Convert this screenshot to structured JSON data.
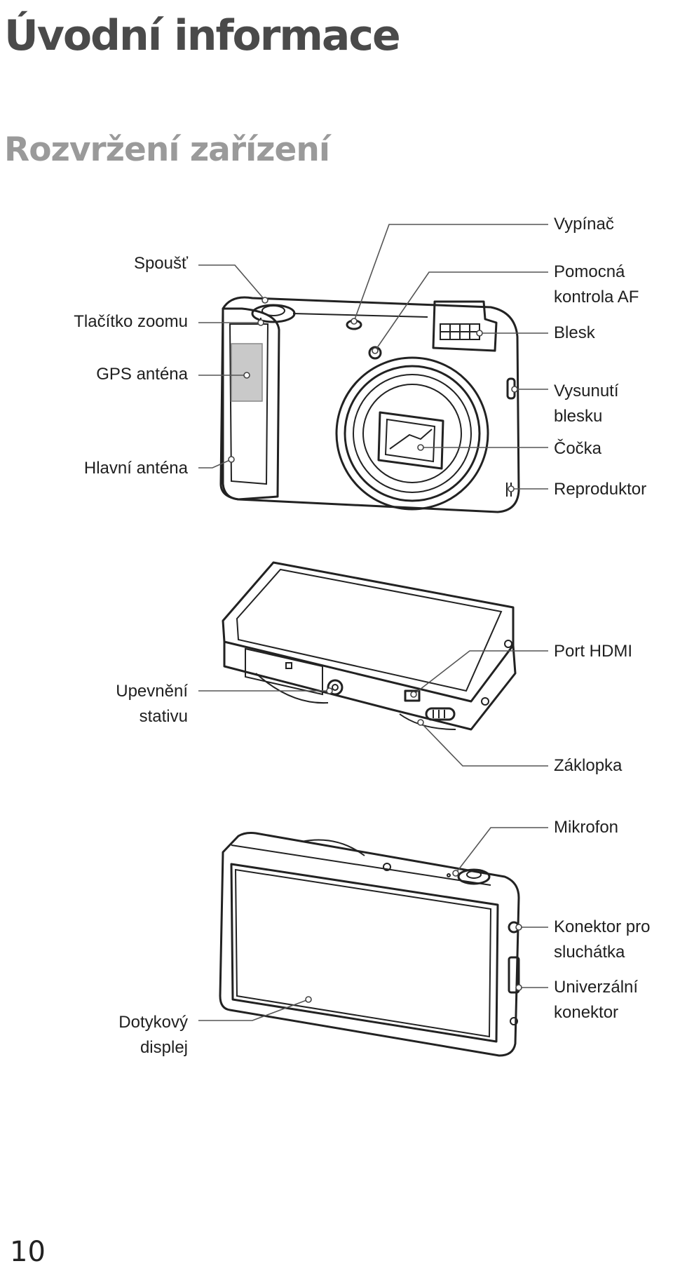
{
  "header": {
    "title": "Úvodní informace",
    "section": "Rozvržení zařízení"
  },
  "front_view": {
    "left_labels": [
      "Spoušť",
      "Tlačítko zoomu",
      "GPS anténa",
      "Hlavní anténa"
    ],
    "right_labels": [
      "Vypínač",
      "Pomocná kontrola AF",
      "Blesk",
      "Vysunutí blesku",
      "Čočka",
      "Reproduktor"
    ]
  },
  "bottom_view": {
    "left_labels": [
      "Upevnění stativu"
    ],
    "right_labels": [
      "Port HDMI",
      "Záklopka"
    ]
  },
  "back_view": {
    "left_labels": [
      "Dotykový displej"
    ],
    "right_labels": [
      "Mikrofon",
      "Konektor pro sluchátka",
      "Univerzální konektor"
    ]
  },
  "footer": {
    "page_number": "10"
  }
}
